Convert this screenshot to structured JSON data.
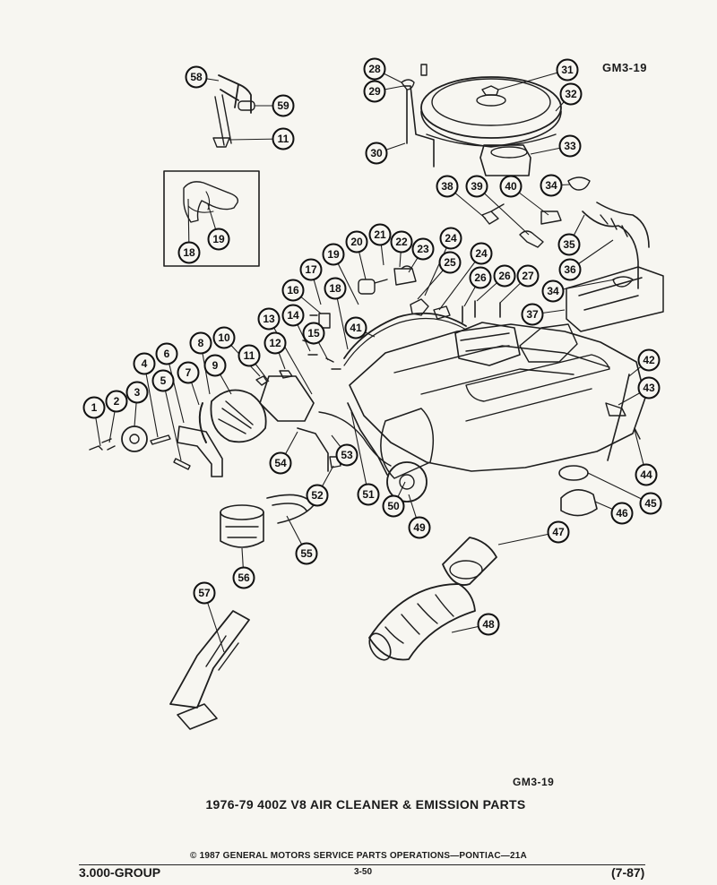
{
  "figure_code_top": "GM3-19",
  "figure_code_bottom": "GM3-19",
  "caption": "1976-79 400Z V8 AIR CLEANER & EMISSION PARTS",
  "footer": {
    "copyright": "©  1987  GENERAL MOTORS SERVICE PARTS OPERATIONS—PONTIAC—21A",
    "group": "3.000-GROUP",
    "page": "3-50",
    "date": "(7-87)"
  },
  "callouts": [
    "1",
    "2",
    "3",
    "4",
    "5",
    "6",
    "7",
    "8",
    "9",
    "10",
    "11",
    "12",
    "13",
    "14",
    "15",
    "16",
    "17",
    "18",
    "19",
    "20",
    "21",
    "22",
    "23",
    "24",
    "24",
    "25",
    "26",
    "26",
    "27",
    "28",
    "29",
    "30",
    "31",
    "32",
    "33",
    "34",
    "34",
    "35",
    "36",
    "37",
    "38",
    "39",
    "40",
    "41",
    "42",
    "43",
    "44",
    "45",
    "46",
    "47",
    "48",
    "49",
    "50",
    "51",
    "52",
    "53",
    "54",
    "55",
    "56",
    "57",
    "58",
    "59",
    "11",
    "18",
    "19"
  ]
}
